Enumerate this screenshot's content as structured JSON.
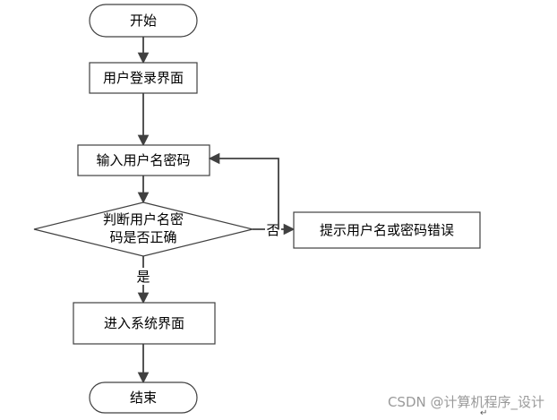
{
  "diagram": {
    "nodes": {
      "start": "开始",
      "login_page": "用户登录界面",
      "input_credentials": "输入用户名密码",
      "check_line1": "判断用户名密",
      "check_line2": "码是否正确",
      "error_prompt": "提示用户名或密码错误",
      "enter_system": "进入系统界面",
      "end": "结束"
    },
    "edges": {
      "no_label": "否",
      "yes_label": "是"
    }
  },
  "watermark": {
    "text": "CSDN @计算机程序_设计",
    "mark": "↵"
  },
  "colors": {
    "stroke": "#404040",
    "fill": "#ffffff",
    "text": "#000000",
    "watermark": "#9a9a9a"
  }
}
